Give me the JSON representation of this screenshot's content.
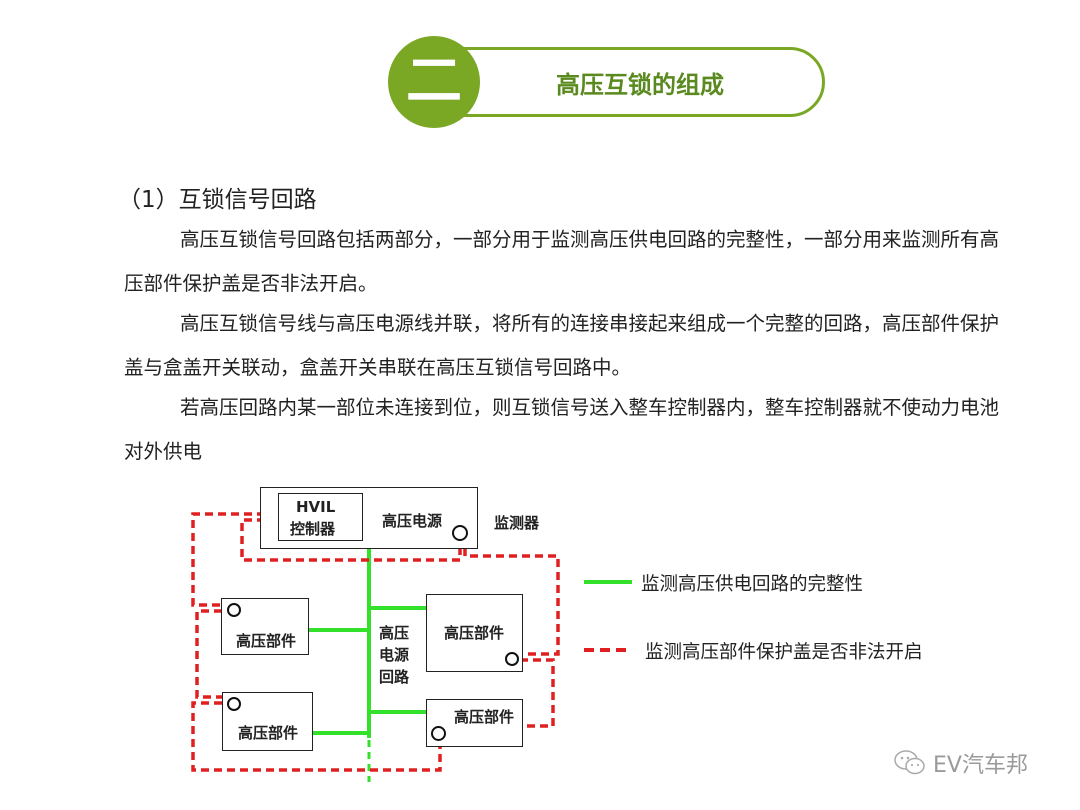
{
  "header": {
    "number": "二",
    "title": "高压互锁的组成",
    "accent_color": "#7aa825"
  },
  "section": {
    "title": "（1）互锁信号回路",
    "paragraphs": [
      "高压互锁信号回路包括两部分，一部分用于监测高压供电回路的完整性，一部分用来监测所有高压部件保护盖是否非法开启。",
      "高压互锁信号线与高压电源线并联，将所有的连接串接起来组成一个完整的回路，高压部件保护盖与盒盖开关联动，盒盖开关串联在高压互锁信号回路中。",
      "若高压回路内某一部位未连接到位，则互锁信号送入整车控制器内，整车控制器就不使动力电池对外供电"
    ]
  },
  "diagram": {
    "power_box_label": "高压电源",
    "hvil_label_line1": "HVIL",
    "hvil_label_line2": "控制器",
    "monitor_label": "监测器",
    "bus_label_lines": [
      "高压",
      "电源",
      "回路"
    ],
    "components": [
      {
        "label": "高压部件"
      },
      {
        "label": "高压部件"
      },
      {
        "label": "高压部件"
      },
      {
        "label": "高压部件"
      }
    ],
    "colors": {
      "power_line": "#33e02a",
      "interlock_line": "#e02020"
    }
  },
  "legend": {
    "items": [
      {
        "type": "solid-green",
        "label": "监测高压供电回路的完整性"
      },
      {
        "type": "dashed-red",
        "label": "监测高压部件保护盖是否非法开启"
      }
    ]
  },
  "watermark": {
    "icon": "wechat-icon",
    "text": "EV汽车邦"
  }
}
